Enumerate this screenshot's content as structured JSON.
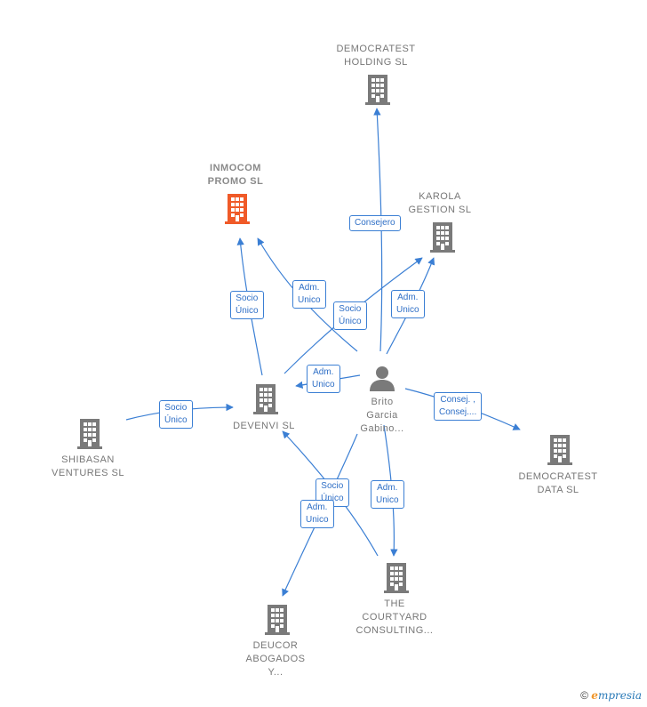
{
  "nodes": [
    {
      "id": "democratest-holding",
      "label": "DEMOCRATEST\nHOLDING  SL",
      "type": "company"
    },
    {
      "id": "inmocom-promo",
      "label": "INMOCOM\nPROMO  SL",
      "type": "company",
      "highlight": true
    },
    {
      "id": "karola-gestion",
      "label": "KAROLA\nGESTION  SL",
      "type": "company"
    },
    {
      "id": "devenvi",
      "label": "DEVENVI  SL",
      "type": "company"
    },
    {
      "id": "brito",
      "label": "Brito\nGarcia\nGabino...",
      "type": "person"
    },
    {
      "id": "shibasan",
      "label": "SHIBASAN\nVENTURES  SL",
      "type": "company"
    },
    {
      "id": "democratest-data",
      "label": "DEMOCRATEST\nDATA  SL",
      "type": "company"
    },
    {
      "id": "the-courtyard",
      "label": "THE\nCOURTYARD\nCONSULTING...",
      "type": "company"
    },
    {
      "id": "deucor",
      "label": "DEUCOR\nABOGADOS\nY...",
      "type": "company"
    }
  ],
  "edges": [
    {
      "id": "e1",
      "label": "Consejero"
    },
    {
      "id": "e2",
      "label": "Adm.\nUnico"
    },
    {
      "id": "e3",
      "label": "Socio\nÚnico"
    },
    {
      "id": "e4",
      "label": "Socio\nÚnico"
    },
    {
      "id": "e5",
      "label": "Adm.\nUnico"
    },
    {
      "id": "e6",
      "label": "Adm.\nUnico"
    },
    {
      "id": "e7",
      "label": "Socio\nÚnico"
    },
    {
      "id": "e8",
      "label": "Consej. ,\nConsej...."
    },
    {
      "id": "e9",
      "label": "Socio\nÚnico"
    },
    {
      "id": "e10",
      "label": "Adm.\nUnico"
    },
    {
      "id": "e11",
      "label": "Adm.\nUnico"
    }
  ],
  "colors": {
    "edge": "#3b7fd4",
    "company": "#7a7a7a",
    "highlight": "#f05a28",
    "person": "#7a7a7a"
  },
  "footer": {
    "copyright": "©",
    "brand_e": "e",
    "brand_rest": "mpresia"
  }
}
